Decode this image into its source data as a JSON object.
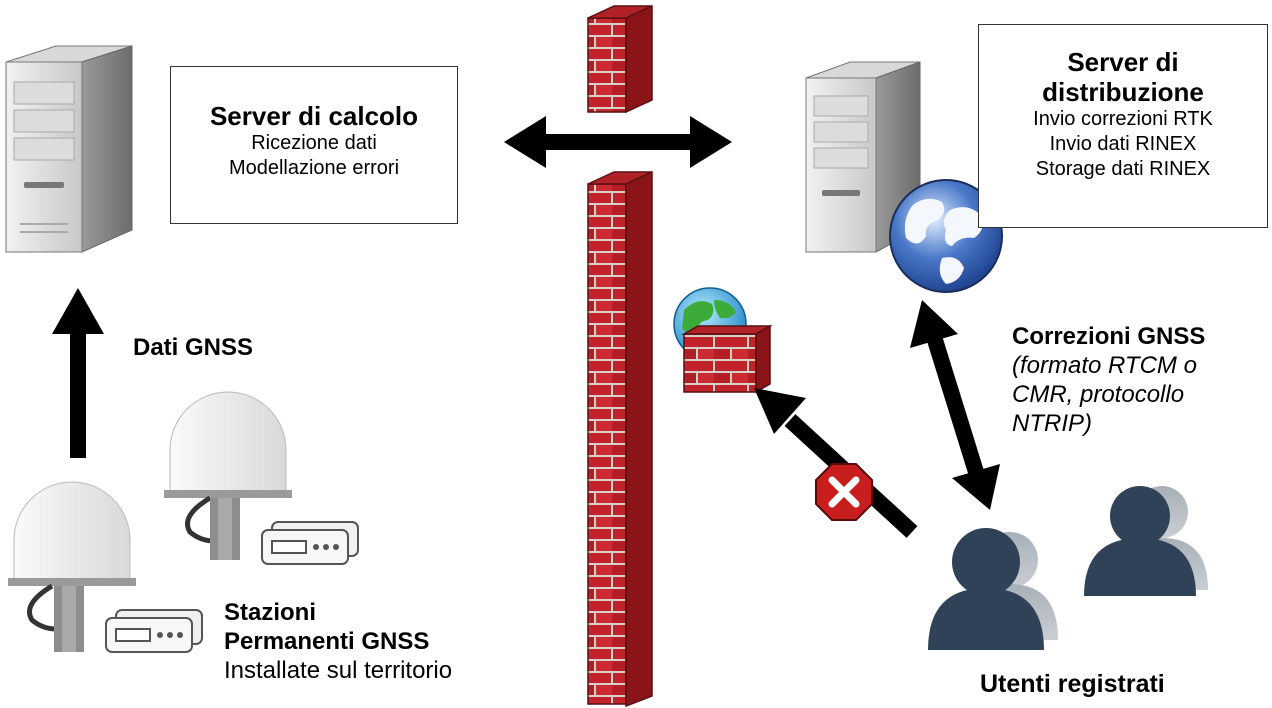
{
  "calc_server": {
    "title": "Server di calcolo",
    "lines": [
      "Ricezione dati",
      "Modellazione errori"
    ]
  },
  "dist_server": {
    "title_1": "Server di",
    "title_2": "distribuzione",
    "lines": [
      "Invio correzioni RTK",
      "Invio dati RINEX",
      "Storage dati RINEX"
    ]
  },
  "gnss_data_label": "Dati GNSS",
  "stations": {
    "title_1": "Stazioni",
    "title_2": "Permanenti GNSS",
    "sub": "Installate sul territorio"
  },
  "corrections": {
    "title": "Correzioni GNSS",
    "detail": [
      "(formato RTCM o",
      "CMR, protocollo",
      "NTRIP)"
    ]
  },
  "users_label": "Utenti registrati",
  "colors": {
    "brick": "#c0242a",
    "user": "#2f4258",
    "user_back": "#9aa3ab",
    "arrow": "#000000"
  },
  "icons": [
    "server-icon",
    "globe-icon",
    "firewall-icon",
    "blocked-icon",
    "antenna-icon",
    "receiver-icon",
    "user-icon"
  ]
}
